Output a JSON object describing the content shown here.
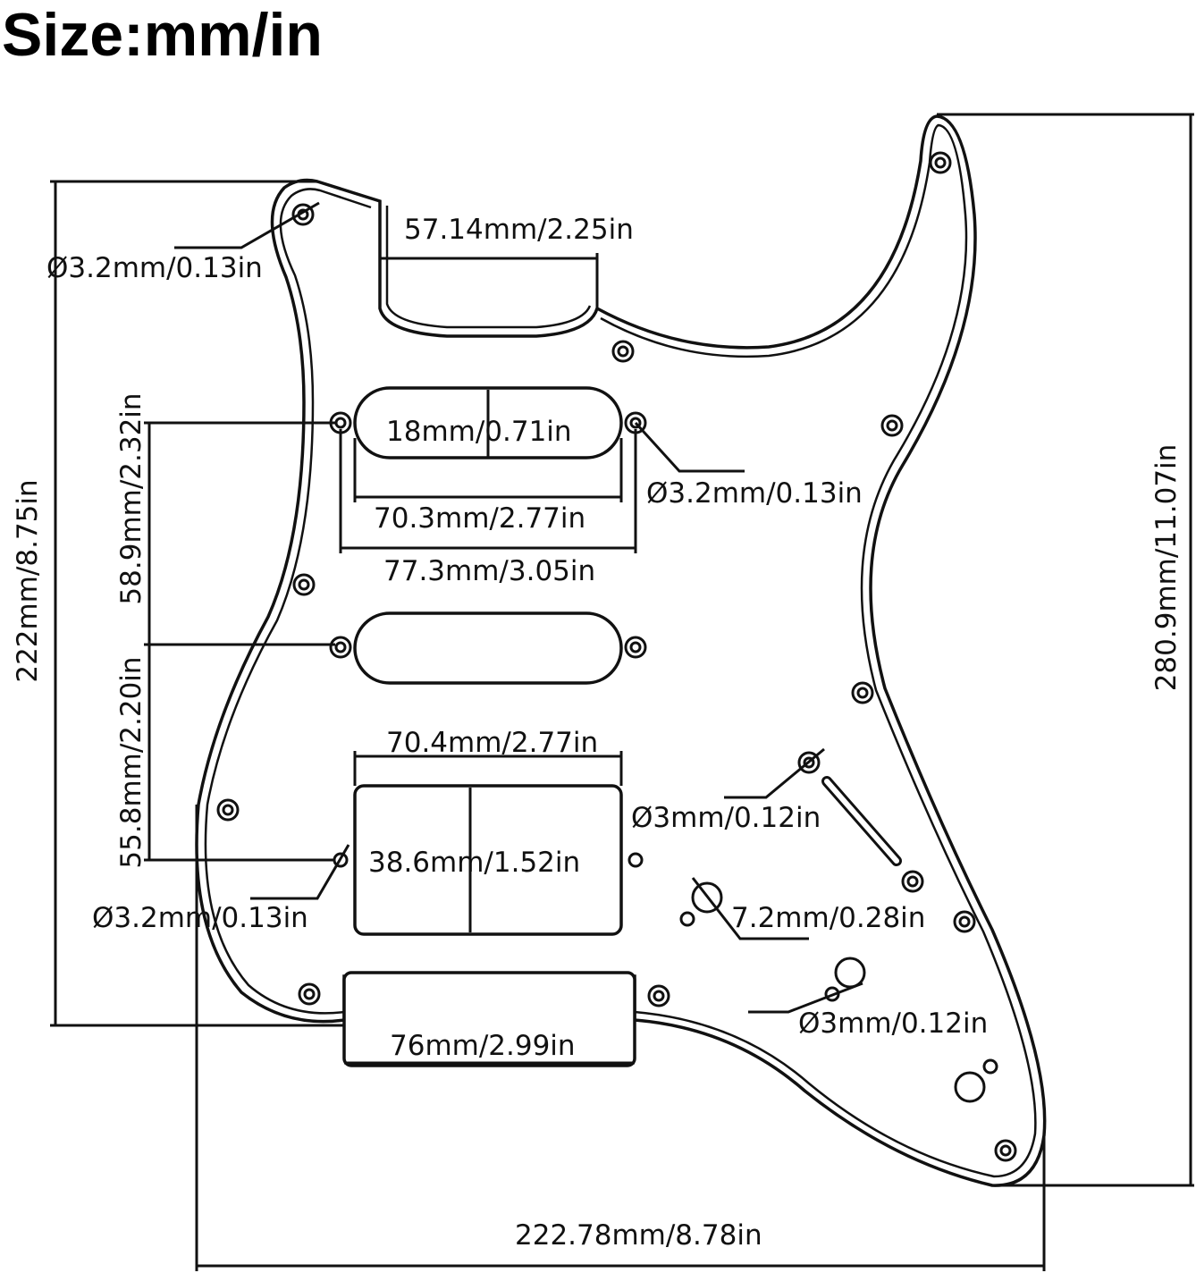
{
  "title": "Size:mm/in",
  "dimensions": {
    "top_cutout_width": "57.14mm/2.25in",
    "screw_top_left": "Ø3.2mm/0.13in",
    "screw_neck_pickup": "Ø3.2mm/0.13in",
    "screw_bridge_humbucker": "Ø3.2mm/0.13in",
    "single_coil_height": "18mm/0.71in",
    "single_coil_length": "70.3mm/2.77in",
    "single_coil_screw_span": "77.3mm/3.05in",
    "neck_to_middle_spacing": "58.9mm/2.32in",
    "middle_to_bridge_spacing": "55.8mm/2.20in",
    "overall_height_left": "222mm/8.75in",
    "overall_height_right": "280.9mm/11.07in",
    "overall_width": "222.78mm/8.78in",
    "humbucker_width": "70.4mm/2.77in",
    "humbucker_height": "38.6mm/1.52in",
    "switch_screw": "Ø3mm/0.12in",
    "pot_hole": "7.2mm/0.28in",
    "lower_screw": "Ø3mm/0.12in",
    "bottom_cutout_width": "76mm/2.99in"
  }
}
